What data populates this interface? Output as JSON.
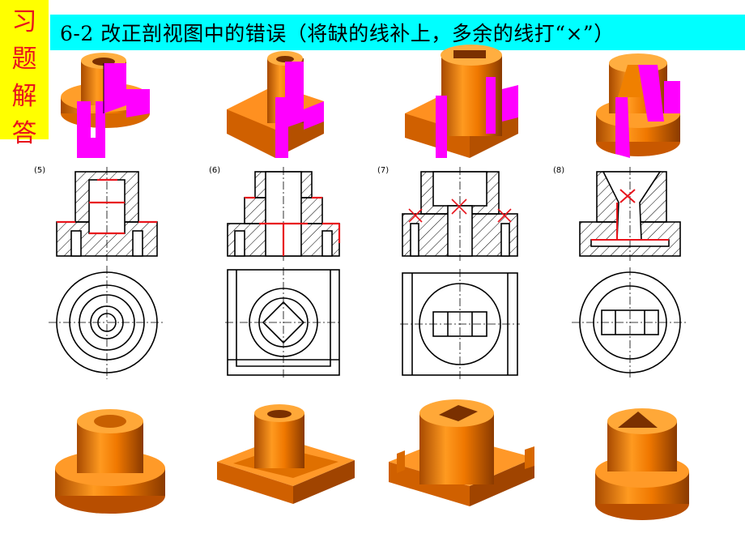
{
  "side_tab": {
    "chars": [
      "习",
      "题",
      "解",
      "答"
    ]
  },
  "header": {
    "title": "6-2 改正剖视图中的错误（将缺的线补上，多余的线打“×”）"
  },
  "panels": [
    {
      "label": "(5)"
    },
    {
      "label": "(6)"
    },
    {
      "label": "(7)"
    },
    {
      "label": "(8)"
    }
  ],
  "colors": {
    "tab_bg": "#ffff00",
    "tab_text": "#e8141c",
    "title_bg": "#00ffff",
    "solid_orange": "#f07800",
    "cut_face_magenta": "#ff00ff",
    "correction_red": "#e8141c"
  }
}
